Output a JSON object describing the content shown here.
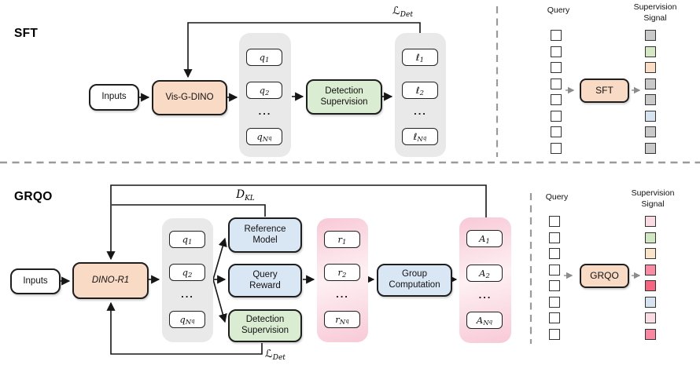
{
  "ellipsis": "...",
  "colors": {
    "peach": "#f9dac5",
    "green": "#daecd1",
    "blue": "#d9e7f4",
    "container_gray": "#e9e9e9",
    "pink": "#f8c9d6",
    "divider_gray": "#9a9a9a"
  },
  "sft": {
    "section_label": "SFT",
    "inputs_label": "Inputs",
    "model_label": "Vis-G-DINO",
    "detection_supervision_label": "Detection\nSupervision",
    "loss": {
      "base": "ℒ",
      "sub": "Det"
    },
    "queries": [
      {
        "base": "q",
        "sub": "1"
      },
      {
        "base": "q",
        "sub": "2"
      },
      {
        "base": "q",
        "sub": "N",
        "subsub": "q"
      }
    ],
    "outputs": [
      {
        "base": "ℓ",
        "sub": "1"
      },
      {
        "base": "ℓ",
        "sub": "2"
      },
      {
        "base": "ℓ",
        "sub": "N",
        "subsub": "q"
      }
    ],
    "panel": {
      "query_heading": "Query",
      "signal_heading": "Supervision\nSignal",
      "box_label": "SFT",
      "query_colors": [
        "#ffffff",
        "#ffffff",
        "#ffffff",
        "#ffffff",
        "#ffffff",
        "#ffffff",
        "#ffffff",
        "#ffffff"
      ],
      "signal_colors": [
        "#c9c9c9",
        "#d5e8c6",
        "#fbdcc5",
        "#c9c9c9",
        "#c9c9c9",
        "#d6e4f2",
        "#c9c9c9",
        "#c9c9c9"
      ]
    }
  },
  "grqo": {
    "section_label": "GRQO",
    "inputs_label": "Inputs",
    "model_label": "DINO-R1",
    "reference_model_label": "Reference\nModel",
    "query_reward_label": "Query\nReward",
    "detection_supervision_label": "Detection\nSupervision",
    "group_computation_label": "Group\nComputation",
    "kl": {
      "base": "D",
      "sub": "KL"
    },
    "loss": {
      "base": "ℒ",
      "sub": "Det"
    },
    "queries": [
      {
        "base": "q",
        "sub": "1"
      },
      {
        "base": "q",
        "sub": "2"
      },
      {
        "base": "q",
        "sub": "N",
        "subsub": "q"
      }
    ],
    "rewards": [
      {
        "base": "r",
        "sub": "1"
      },
      {
        "base": "r",
        "sub": "2"
      },
      {
        "base": "r",
        "sub": "N",
        "subsub": "q"
      }
    ],
    "advantages": [
      {
        "base": "A",
        "sub": "1"
      },
      {
        "base": "A",
        "sub": "2"
      },
      {
        "base": "A",
        "sub": "N",
        "subsub": "q"
      }
    ],
    "panel": {
      "query_heading": "Query",
      "signal_heading": "Supervision\nSignal",
      "box_label": "GRQO",
      "query_colors": [
        "#ffffff",
        "#ffffff",
        "#ffffff",
        "#ffffff",
        "#ffffff",
        "#ffffff",
        "#ffffff",
        "#ffffff"
      ],
      "signal_colors": [
        "#fbdbe3",
        "#cfe8c2",
        "#fae4c9",
        "#f98ba3",
        "#f76480",
        "#d6e4f2",
        "#fbdbe3",
        "#f9879f"
      ]
    }
  }
}
